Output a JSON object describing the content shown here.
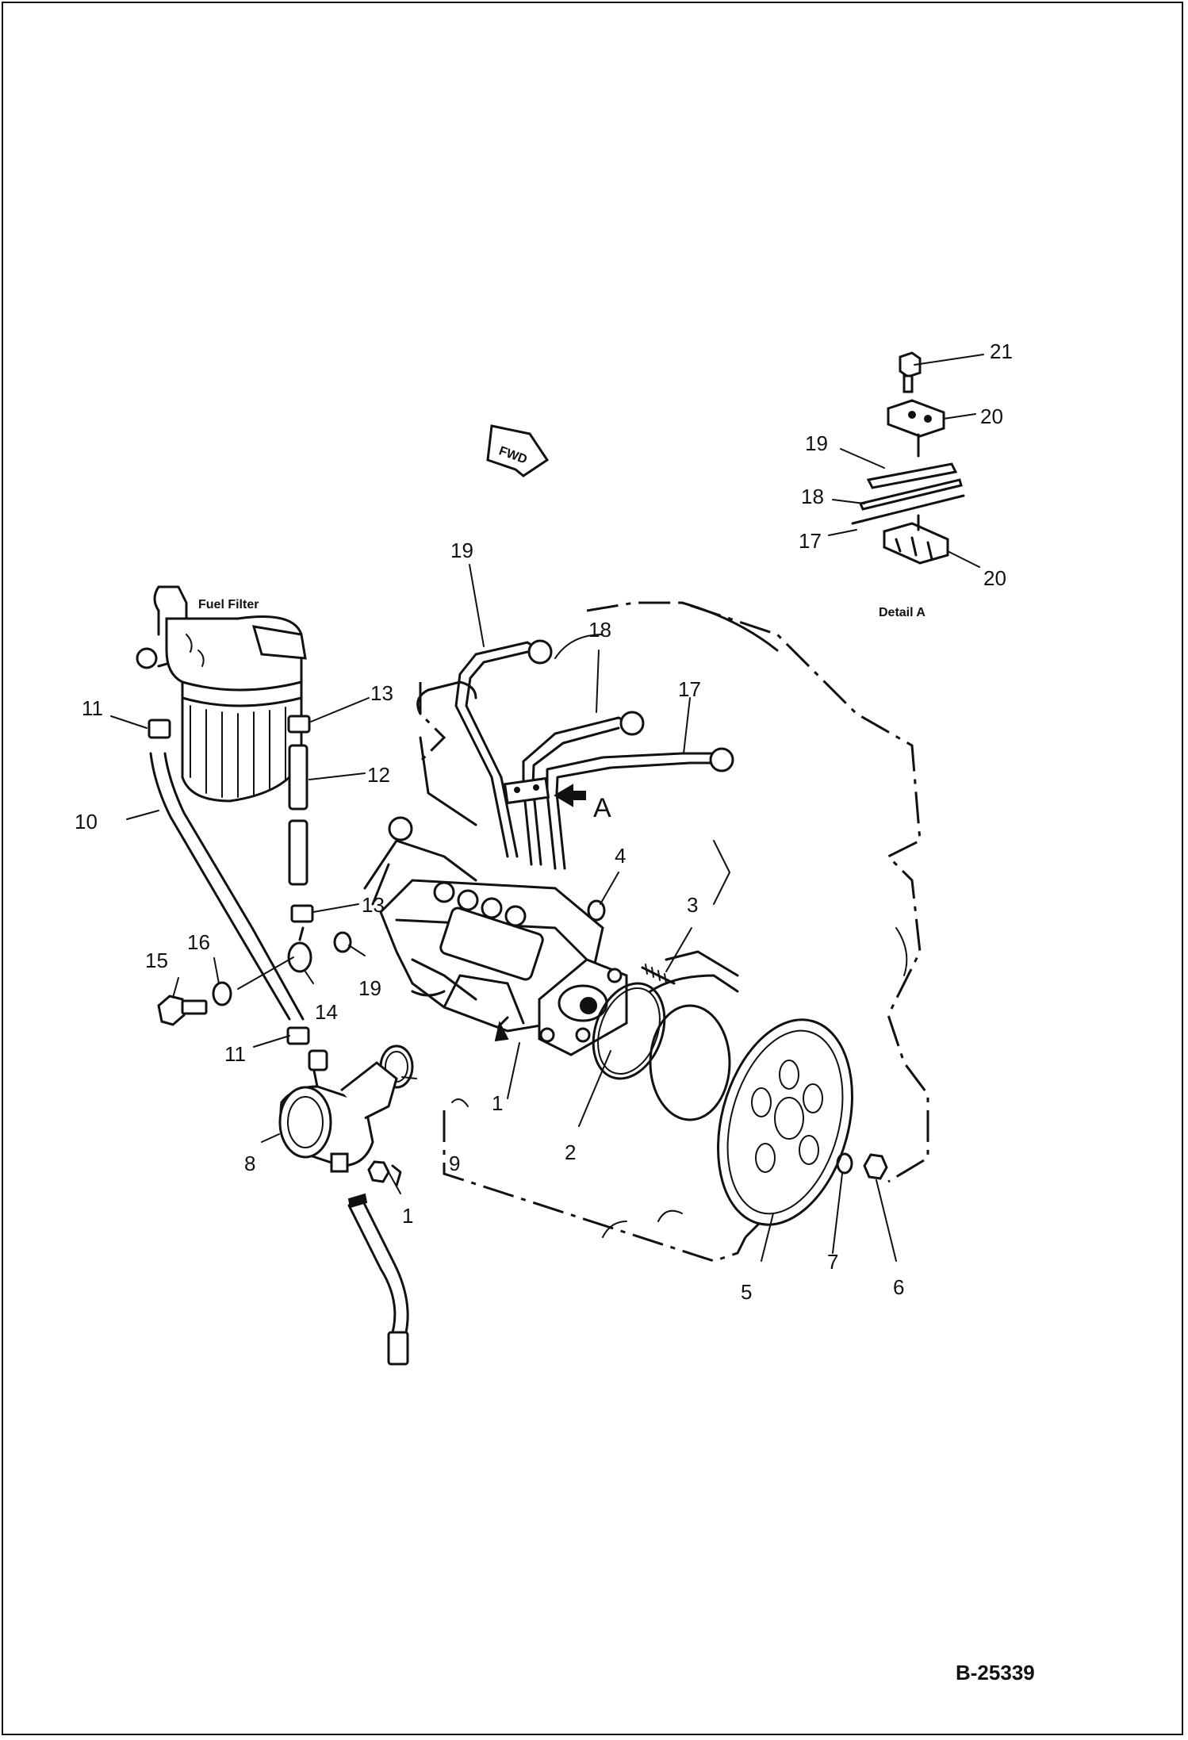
{
  "drawing": {
    "fwd_label": "FWD",
    "fuel_filter_label": "Fuel Filter",
    "detail_label": "Detail A",
    "view_letter": "A",
    "figure_code": "B-25339"
  },
  "callouts": [
    {
      "id": "c1a",
      "text": "1"
    },
    {
      "id": "c1b",
      "text": "1"
    },
    {
      "id": "c2",
      "text": "2"
    },
    {
      "id": "c3",
      "text": "3"
    },
    {
      "id": "c4",
      "text": "4"
    },
    {
      "id": "c5",
      "text": "5"
    },
    {
      "id": "c6",
      "text": "6"
    },
    {
      "id": "c7",
      "text": "7"
    },
    {
      "id": "c8",
      "text": "8"
    },
    {
      "id": "c9",
      "text": "9"
    },
    {
      "id": "c10",
      "text": "10"
    },
    {
      "id": "c11a",
      "text": "11"
    },
    {
      "id": "c11b",
      "text": "11"
    },
    {
      "id": "c12",
      "text": "12"
    },
    {
      "id": "c13a",
      "text": "13"
    },
    {
      "id": "c13b",
      "text": "13"
    },
    {
      "id": "c14",
      "text": "14"
    },
    {
      "id": "c15",
      "text": "15"
    },
    {
      "id": "c16",
      "text": "16"
    },
    {
      "id": "c17a",
      "text": "17"
    },
    {
      "id": "c17b",
      "text": "17"
    },
    {
      "id": "c18a",
      "text": "18"
    },
    {
      "id": "c18b",
      "text": "18"
    },
    {
      "id": "c19a",
      "text": "19"
    },
    {
      "id": "c19b",
      "text": "19"
    },
    {
      "id": "c19c",
      "text": "19"
    },
    {
      "id": "c20a",
      "text": "20"
    },
    {
      "id": "c20b",
      "text": "20"
    },
    {
      "id": "c21",
      "text": "21"
    }
  ]
}
